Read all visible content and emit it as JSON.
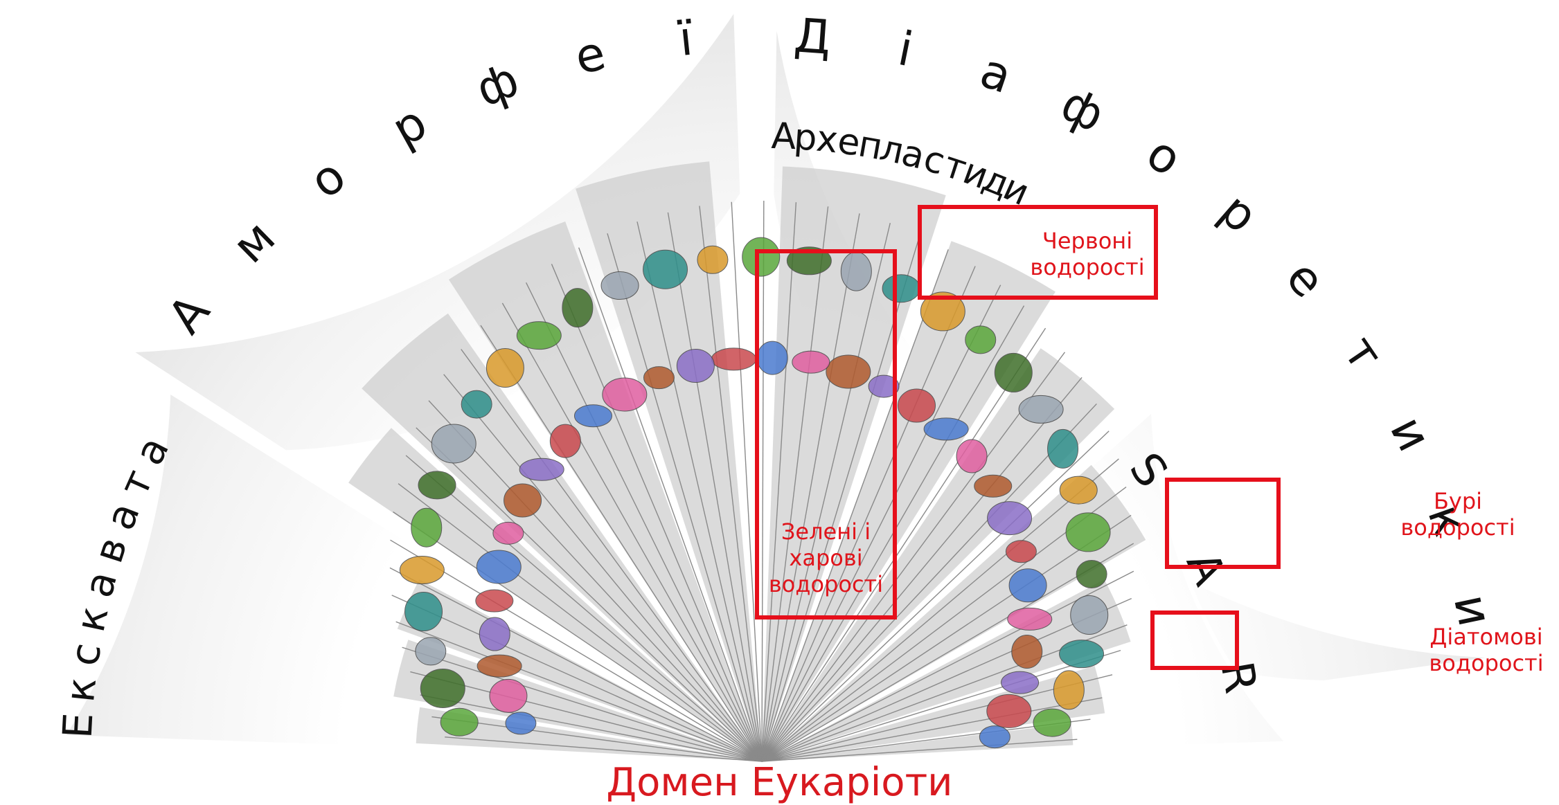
{
  "supergroups": {
    "excavata": "Екскавата",
    "amorphea": "Аморфеї",
    "diaphoretics": "Діафоретики",
    "archaeplastida": "Архепластиди",
    "sar": "SAR"
  },
  "highlights": {
    "red_algae": [
      "Червоні",
      "водорості"
    ],
    "green_algae": [
      "Зелені і",
      "харові",
      "водорості"
    ],
    "brown_algae": [
      "Бурі",
      "водорості"
    ],
    "diatoms": [
      "Діатомові",
      "водорості"
    ]
  },
  "footer": {
    "domain": "Домен Еукаріоти"
  },
  "colors": {
    "highlight": "#e60f1b",
    "title": "#d8191f",
    "wedge": "#cfcfcf",
    "band": "#ececec",
    "branch": "#8a8a8a"
  }
}
